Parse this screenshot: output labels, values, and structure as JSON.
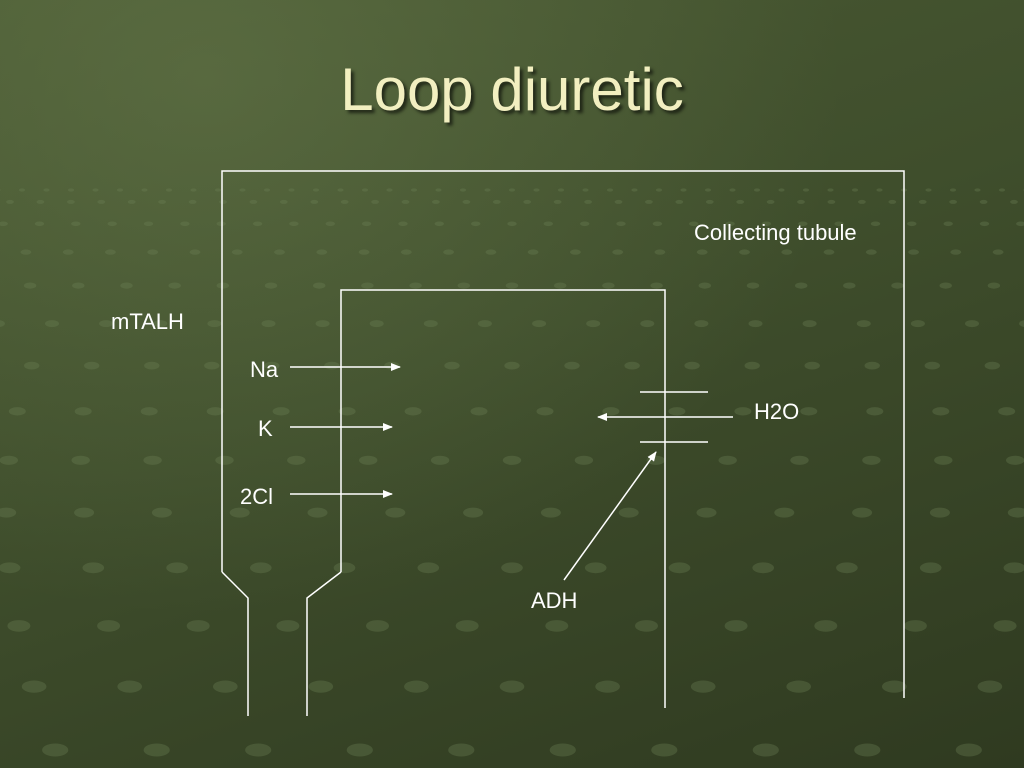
{
  "slide": {
    "title": "Loop diuretic"
  },
  "diagram": {
    "labels": {
      "collecting_tubule": "Collecting tubule",
      "mtalh": "mTALH",
      "na": "Na",
      "k": "K",
      "cl": "2Cl",
      "h2o": "H2O",
      "adh": "ADH"
    }
  },
  "colors": {
    "background": "#3c4a2a",
    "title": "#f2efc0",
    "lines": "#ffffff"
  }
}
